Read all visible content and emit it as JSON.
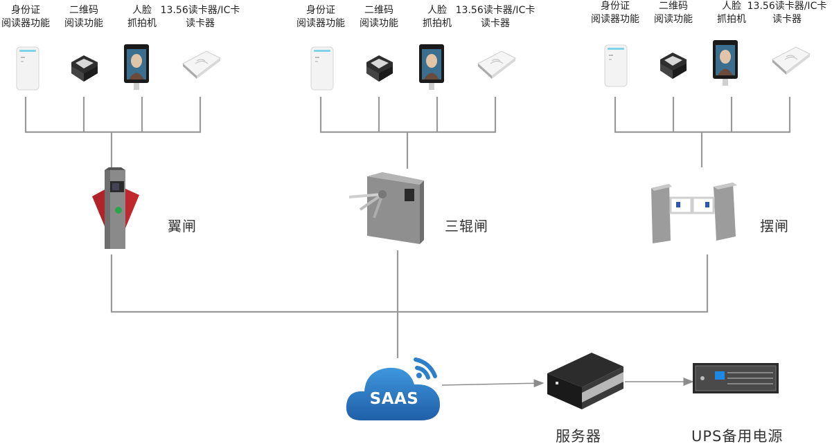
{
  "groups": [
    {
      "readers": [
        {
          "line1": "身份证",
          "line2": "阅读器功能",
          "icon": "id-card-reader-icon"
        },
        {
          "line1": "二维码",
          "line2": "阅读功能",
          "icon": "qr-scanner-icon"
        },
        {
          "line1": "人脸",
          "line2": "抓拍机",
          "icon": "face-camera-icon"
        },
        {
          "line1": "13.56读卡器/IC卡",
          "line2": "读卡器",
          "icon": "ic-card-reader-icon"
        }
      ],
      "gate": {
        "label": "翼闸",
        "icon": "flap-barrier-icon"
      }
    },
    {
      "readers": [
        {
          "line1": "身份证",
          "line2": "阅读器功能",
          "icon": "id-card-reader-icon"
        },
        {
          "line1": "二维码",
          "line2": "阅读功能",
          "icon": "qr-scanner-icon"
        },
        {
          "line1": "人脸",
          "line2": "抓拍机",
          "icon": "face-camera-icon"
        },
        {
          "line1": "13.56读卡器/IC卡",
          "line2": "读卡器",
          "icon": "ic-card-reader-icon"
        }
      ],
      "gate": {
        "label": "三辊闸",
        "icon": "tripod-turnstile-icon"
      }
    },
    {
      "readers": [
        {
          "line1": "身份证",
          "line2": "阅读器功能",
          "icon": "id-card-reader-icon"
        },
        {
          "line1": "二维码",
          "line2": "阅读功能",
          "icon": "qr-scanner-icon"
        },
        {
          "line1": "人脸",
          "line2": "抓拍机",
          "icon": "face-camera-icon"
        },
        {
          "line1": "13.56读卡器/IC卡",
          "line2": "读卡器",
          "icon": "ic-card-reader-icon"
        }
      ],
      "gate": {
        "label": "摆闸",
        "icon": "swing-barrier-icon"
      }
    }
  ],
  "cloud": {
    "label": "SAAS",
    "icon": "saas-cloud-icon"
  },
  "server": {
    "label": "服务器",
    "icon": "server-box-icon"
  },
  "ups": {
    "label": "UPS备用电源",
    "icon": "ups-rack-icon"
  },
  "colors": {
    "line": "#999999",
    "cloud": "#2d7fc9",
    "gate_red": "#b0232a"
  }
}
